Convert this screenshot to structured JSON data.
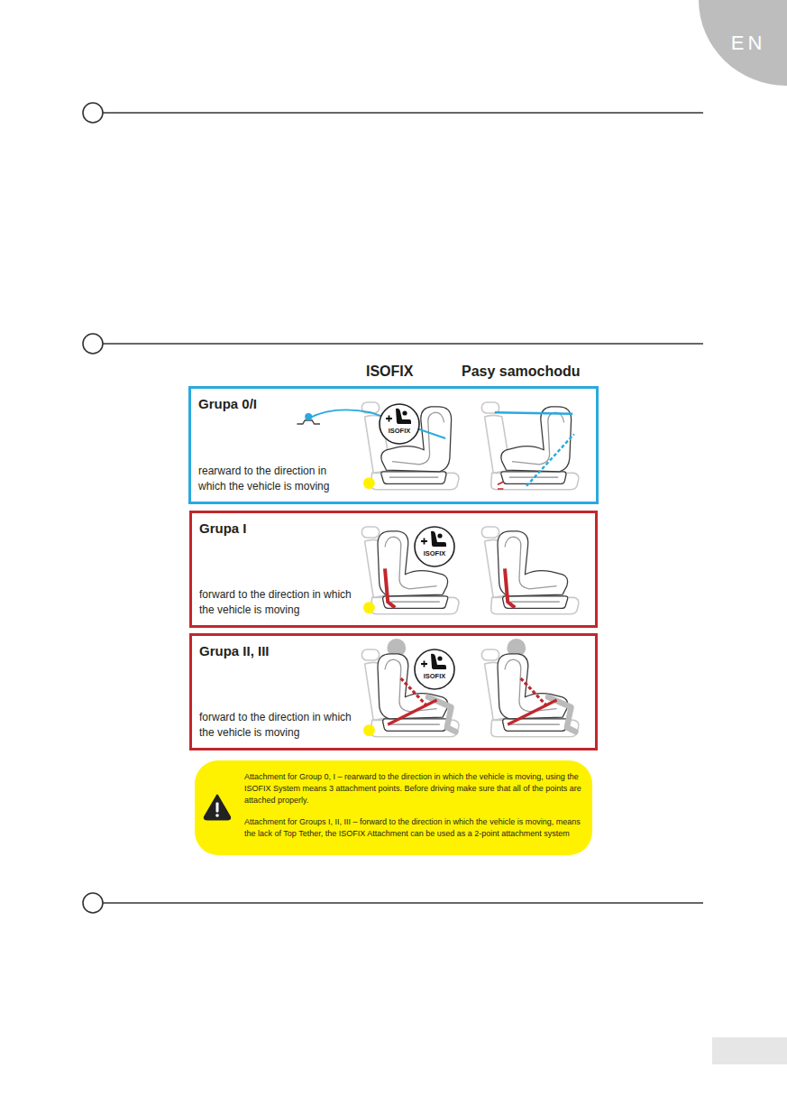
{
  "diagram": {
    "nodes": [
      {
        "text": [
          "EN"
        ]
      },
      {
        "text": [
          "Grupa 0/I",
          "rearward to the direction in which the vehicle is moving"
        ]
      },
      {
        "text": [
          "Grupa I",
          "forward to the direction in which the vehicle is moving"
        ]
      },
      {
        "text": [
          "Grupa II, III",
          "forward to the direction in which the vehicle is moving"
        ]
      },
      {
        "text": [
          "Attachment for Group 0, I – rearward to the direction in which the vehicle is moving, using the ISOFIX System means 3 attachment points. Before driving make sure that all of the points are attached properly.",
          "Attachment for Groups I, II, III – forward to the direction in which the vehicle is moving, means the lack of Top Tether, the ISOFIX Attachment can be used as a 2-point attachment system"
        ]
      }
    ],
    "labels": [
      "ISOFIX",
      "Pasy samochodu",
      "ISOFIX",
      "ISOFIX",
      "ISOFIX"
    ]
  }
}
